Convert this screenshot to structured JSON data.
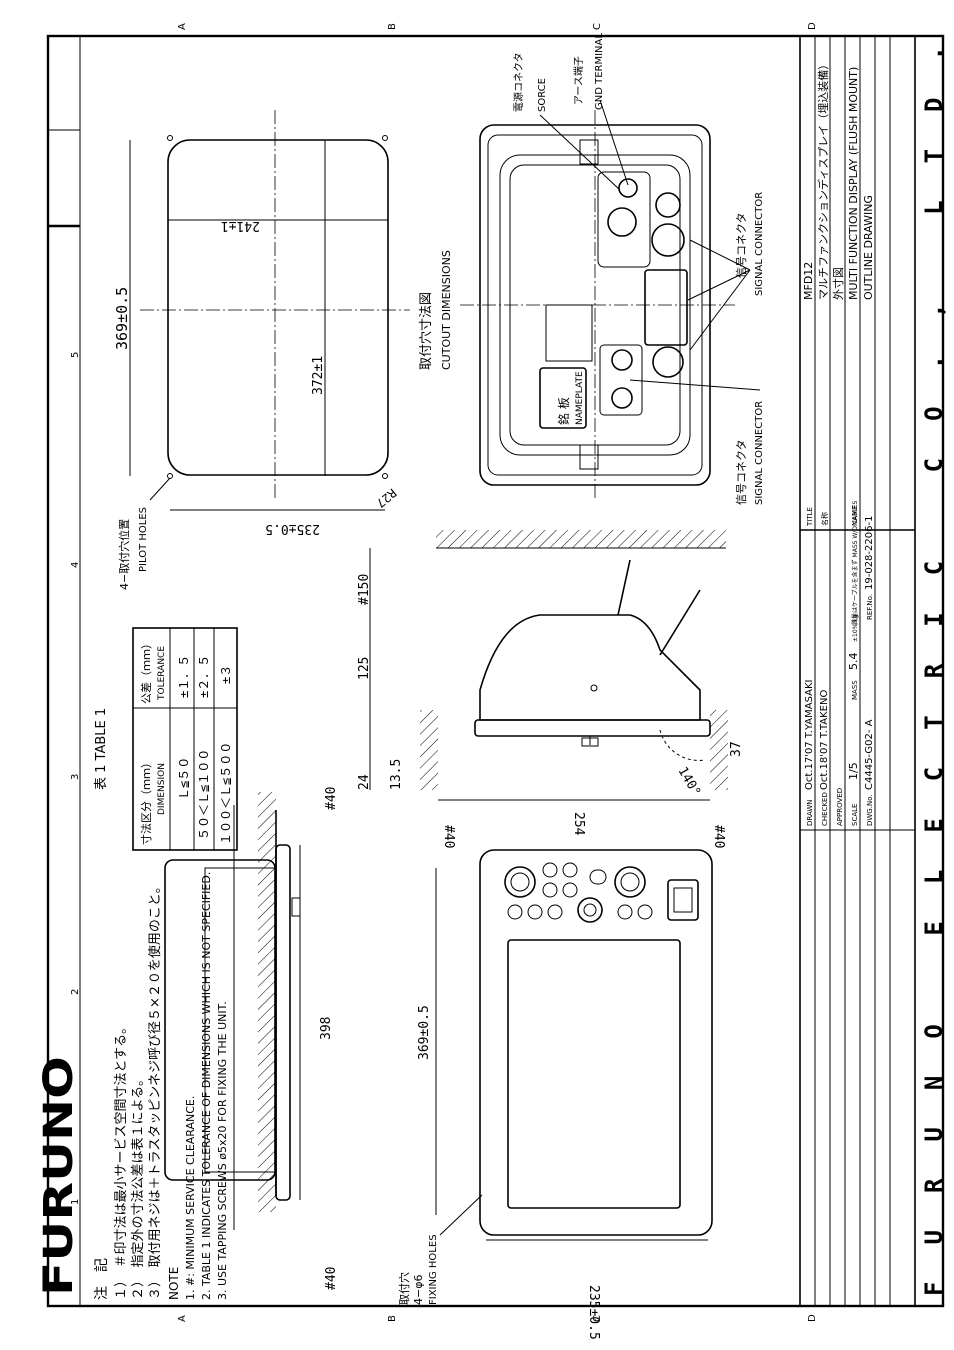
{
  "sheet": {
    "brand_logo": "FURUNO",
    "company": "FURUNO ELECTRIC CO., LTD.",
    "grid_cols": [
      "A",
      "B",
      "C",
      "D"
    ],
    "grid_rows": [
      "1",
      "2",
      "3",
      "4",
      "5"
    ]
  },
  "dimensions": {
    "overall_height": "398",
    "clearance_top": "#40",
    "clearance_bottom": "#40",
    "front_height": "369±0.5",
    "front_width": "235±0.5",
    "side_depth": "254",
    "side_clear_left": "#40",
    "side_clear_right": "#40",
    "depth_24": "24",
    "depth_13_5": "13.5",
    "depth_125": "125",
    "depth_150": "#150",
    "depth_37": "37",
    "angle": "140°",
    "cutout_height": "369±0.5",
    "cutout_width": "235±0.5",
    "cutout_inner_w": "241±1",
    "cutout_inner_h": "372±1",
    "corner_radius": "R27"
  },
  "labels": {
    "fixing_holes_jp": "取付穴",
    "fixing_holes_spec": "4−φ6",
    "fixing_holes_en": "FIXING HOLES",
    "pilot_holes_jp": "4−取付穴位置",
    "pilot_holes_en": "PILOT HOLES",
    "cutout_jp": "取付穴寸法図",
    "cutout_en": "CUTOUT DIMENSIONS",
    "nameplate_jp": "銘 板",
    "nameplate_en": "NAMEPLATE",
    "signal_jp_1": "信号コネクタ",
    "signal_en_1": "SIGNAL CONNECTOR",
    "signal_jp_2": "信号コネクタ",
    "signal_en_2": "SIGNAL CONNECTOR",
    "power_jp": "電源コネクタ",
    "power_en": "SORCE",
    "gnd_jp": "アース端子",
    "gnd_en": "GND TERMINAL"
  },
  "table1": {
    "title": "表 1 TABLE 1",
    "col1_jp": "寸法区分（ｍｍ）",
    "col1_en": "DIMENSION",
    "col2_jp": "公差（ｍｍ）",
    "col2_en": "TOLERANCE",
    "rows": [
      {
        "dim": "Ｌ≦５０",
        "tol": "±１．５"
      },
      {
        "dim": "５０＜Ｌ≦１００",
        "tol": "±２．５"
      },
      {
        "dim": "１００＜Ｌ≦５００",
        "tol": "±３"
      }
    ]
  },
  "notes": {
    "jp_header": "注　記",
    "jp": [
      "１）　＃印寸法は最小サービス空間寸法とする。",
      "２）　指定外の寸法公差は表１による。",
      "３）　取付用ネジは＋トラスタッピンネジ呼び径５×２０を使用のこと。"
    ],
    "en_header": "NOTE",
    "en": [
      "1.  #: MINIMUM SERVICE CLEARANCE.",
      "2.  TABLE 1 INDICATES TOLERANCE OF DIMENSIONS WHICH IS NOT SPECIFIED.",
      "3.  USE TAPPING SCREWS ø5x20 FOR FIXING THE UNIT."
    ]
  },
  "title_block": {
    "drawn_label": "DRAWN",
    "drawn": "Oct.17'07  T.YAMASAKI",
    "checked_label": "CHECKED",
    "checked": "Oct.18'07  T.TAKENO",
    "approved_label": "APPROVED",
    "scale_label": "SCALE",
    "scale": "1/5",
    "mass_label": "MASS",
    "mass": "5.4",
    "mass_unit": "±10%\nkg",
    "mass_note": "質量はケーブルを含まず\nMASS W/O CABLES",
    "dwg_label": "DWG.No.",
    "dwg": "C4445-G02- A",
    "ref_label": "REF.No.",
    "ref": "19-028-2206-1",
    "title_label": "TITLE",
    "title": "MFD12",
    "name_jp_label": "名称",
    "name_jp": "マルチファンクションディスプレイ（埋込装備）",
    "name_jp2": "外寸図",
    "name_label": "NAME",
    "name_en": "MULTI FUNCTION DISPLAY (FLUSH MOUNT)",
    "name_en2": "OUTLINE DRAWING"
  }
}
